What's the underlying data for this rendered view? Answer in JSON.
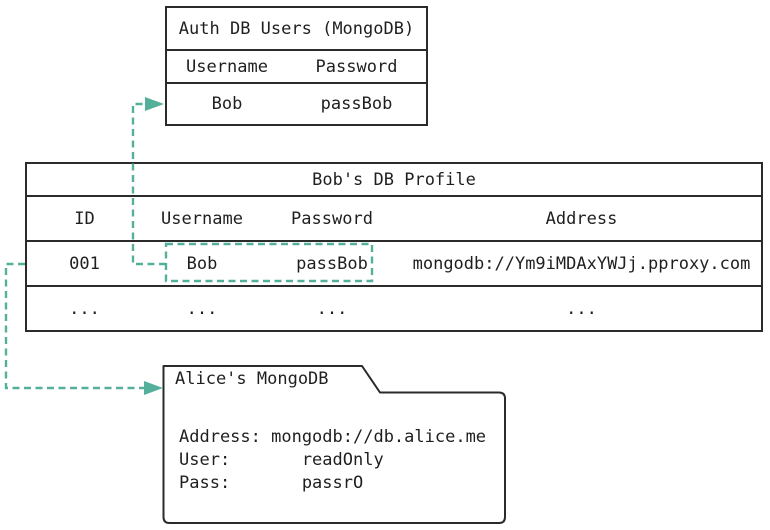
{
  "colors": {
    "accent": "#54b09a",
    "border": "#2b2b2b",
    "text": "#1f1f1f",
    "background": "#ffffff"
  },
  "auth_table": {
    "title": "Auth DB Users (MongoDB)",
    "columns": [
      "Username",
      "Password"
    ],
    "rows": [
      [
        "Bob",
        "passBob"
      ]
    ]
  },
  "profile_table": {
    "title": "Bob's DB Profile",
    "columns": [
      "ID",
      "Username",
      "Password",
      "Address"
    ],
    "rows": [
      [
        "001",
        "Bob",
        "passBob",
        "mongodb://Ym9iMDAxYWJj.pproxy.com"
      ],
      [
        "...",
        "...",
        "...",
        "..."
      ]
    ]
  },
  "alice_folder": {
    "title": "Alice's MongoDB",
    "lines": [
      "Address: mongodb://db.alice.me",
      "User:       readOnly",
      "Pass:       passrO"
    ]
  }
}
